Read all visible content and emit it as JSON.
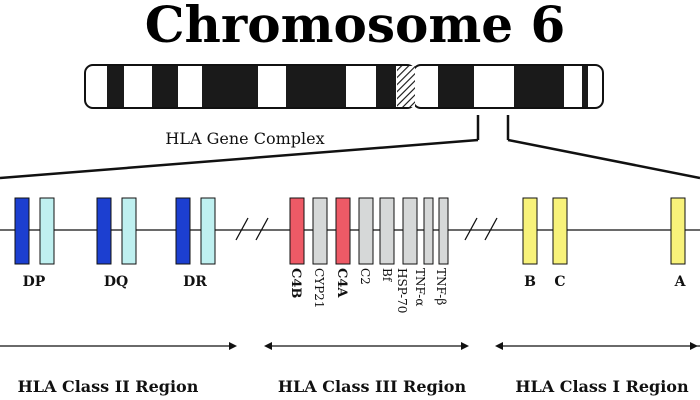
{
  "title": "Chromosome 6",
  "complex_label": "HLA Gene Complex",
  "colors": {
    "class2_dark": "#1c3fd0",
    "class2_light": "#bff0f0",
    "class3_red": "#ee5a66",
    "class3_grey": "#d6d8d8",
    "class1_yellow": "#f8f27a",
    "band_dark": "#1a1a1a"
  },
  "genes": {
    "dp": "DP",
    "dq": "DQ",
    "dr": "DR",
    "c4b": "C4B",
    "cyp21": "CYP21",
    "c4a": "C4A",
    "c2": "C2",
    "bf": "Bf",
    "hsp70": "HSP-70",
    "tnf_a": "TNF-α",
    "tnf_b": "TNF-β",
    "b": "B",
    "c": "C",
    "a": "A"
  },
  "regions": {
    "class2": "HLA Class II Region",
    "class3": "HLA Class III Region",
    "class1": "HLA Class I Region"
  }
}
